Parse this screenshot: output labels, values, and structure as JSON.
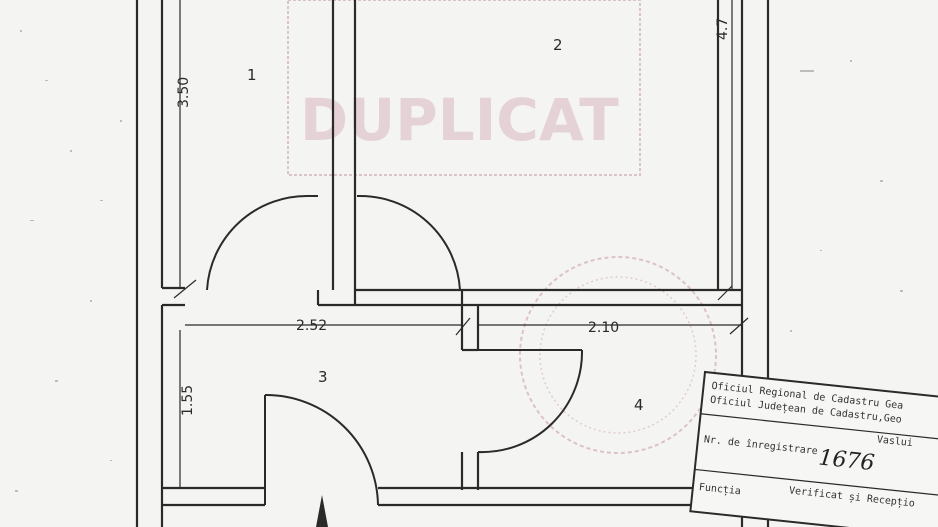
{
  "colors": {
    "paper": "#f4f4f2",
    "ink": "#2a2a2a",
    "stamp_red": "#c89aa8"
  },
  "rooms": [
    {
      "number": "1"
    },
    {
      "number": "2"
    },
    {
      "number": "3"
    },
    {
      "number": "4"
    }
  ],
  "dimensions": {
    "d1": "3.50",
    "d2": "4.7",
    "d3": "2.52",
    "d4": "2.10",
    "d5": "1.55"
  },
  "stamp_text": {
    "line1": "Oficiul Regional de Cadastru Gea",
    "line2": "Oficiul Județean de Cadastru,Geo",
    "line3": "Vaslui",
    "reg_label": "Nr. de înregistrare",
    "reg_value": "1676",
    "func_label": "Funcția",
    "verif": "Verificat și Recepțio"
  }
}
